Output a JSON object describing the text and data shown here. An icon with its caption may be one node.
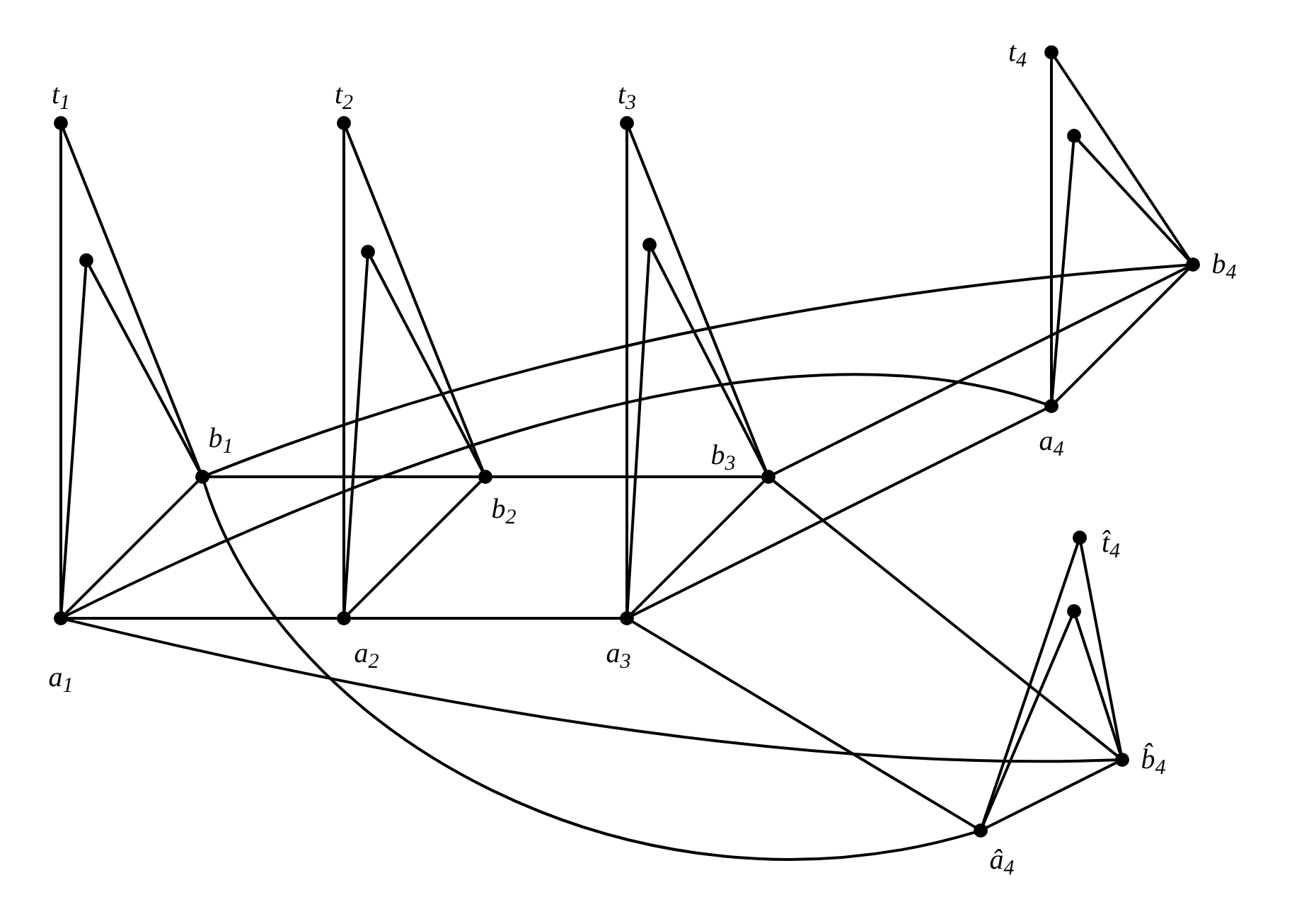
{
  "diagram": {
    "nodes": [
      {
        "text": [],
        "shape": "circle",
        "beside": [
          "t$_{1}$"
        ]
      },
      {
        "text": [],
        "shape": "circle"
      },
      {
        "text": [],
        "shape": "circle",
        "beside": [
          "b$_{1}$"
        ]
      },
      {
        "text": [],
        "shape": "circle",
        "beside": [
          "a$_{1}$"
        ]
      },
      {
        "text": [],
        "shape": "circle",
        "beside": [
          "t$_{2}$"
        ]
      },
      {
        "text": [],
        "shape": "circle"
      },
      {
        "text": [],
        "shape": "circle",
        "beside": [
          "b$_{2}$"
        ]
      },
      {
        "text": [],
        "shape": "circle",
        "beside": [
          "a$_{2}$"
        ]
      },
      {
        "text": [],
        "shape": "circle",
        "beside": [
          "t$_{3}$"
        ]
      },
      {
        "text": [],
        "shape": "circle"
      },
      {
        "text": [],
        "shape": "circle",
        "beside": [
          "b$_{3}$"
        ]
      },
      {
        "text": [],
        "shape": "circle",
        "beside": [
          "a$_{3}$"
        ]
      },
      {
        "text": [],
        "shape": "circle",
        "beside": [
          "t$_{4}$"
        ]
      },
      {
        "text": [],
        "shape": "circle"
      },
      {
        "text": [],
        "shape": "circle",
        "beside": [
          "b$_{4}$"
        ]
      },
      {
        "text": [],
        "shape": "circle",
        "beside": [
          "a$_{4}$"
        ]
      },
      {
        "text": [],
        "shape": "circle",
        "beside": [
          "t̂$_{4}$"
        ]
      },
      {
        "text": [],
        "shape": "circle"
      },
      {
        "text": [],
        "shape": "circle",
        "beside": [
          "b̂$_{4}$"
        ]
      },
      {
        "text": [],
        "shape": "circle",
        "beside": [
          "â$_{4}$"
        ]
      }
    ],
    "edges": [
      {
        "from": 0,
        "to": 3,
        "arrow": "none"
      },
      {
        "from": 1,
        "to": 3,
        "arrow": "none"
      },
      {
        "from": 1,
        "to": 2,
        "arrow": "none"
      },
      {
        "from": 0,
        "to": 2,
        "arrow": "none"
      },
      {
        "from": 3,
        "to": 2,
        "arrow": "none"
      },
      {
        "from": 2,
        "to": 6,
        "arrow": "none"
      },
      {
        "from": 3,
        "to": 7,
        "arrow": "none"
      },
      {
        "from": 2,
        "to": 14,
        "arrow": "none"
      },
      {
        "from": 3,
        "to": 15,
        "arrow": "none"
      },
      {
        "from": 3,
        "to": 18,
        "arrow": "none"
      },
      {
        "from": 2,
        "to": 19,
        "arrow": "none"
      },
      {
        "from": 4,
        "to": 7,
        "arrow": "none"
      },
      {
        "from": 5,
        "to": 7,
        "arrow": "none"
      },
      {
        "from": 5,
        "to": 6,
        "arrow": "none"
      },
      {
        "from": 4,
        "to": 6,
        "arrow": "none"
      },
      {
        "from": 7,
        "to": 6,
        "arrow": "none"
      },
      {
        "from": 7,
        "to": 11,
        "arrow": "none"
      },
      {
        "from": 6,
        "to": 10,
        "arrow": "none"
      },
      {
        "from": 8,
        "to": 11,
        "arrow": "none"
      },
      {
        "from": 9,
        "to": 11,
        "arrow": "none"
      },
      {
        "from": 9,
        "to": 10,
        "arrow": "none"
      },
      {
        "from": 8,
        "to": 10,
        "arrow": "none"
      },
      {
        "from": 11,
        "to": 10,
        "arrow": "none"
      },
      {
        "from": 10,
        "to": 14,
        "arrow": "none"
      },
      {
        "from": 11,
        "to": 15,
        "arrow": "none"
      },
      {
        "from": 11,
        "to": 19,
        "arrow": "none"
      },
      {
        "from": 10,
        "to": 18,
        "arrow": "none"
      },
      {
        "from": 12,
        "to": 15,
        "arrow": "none"
      },
      {
        "from": 13,
        "to": 15,
        "arrow": "none"
      },
      {
        "from": 13,
        "to": 14,
        "arrow": "none"
      },
      {
        "from": 12,
        "to": 14,
        "arrow": "none"
      },
      {
        "from": 15,
        "to": 14,
        "arrow": "none"
      },
      {
        "from": 16,
        "to": 19,
        "arrow": "none"
      },
      {
        "from": 17,
        "to": 19,
        "arrow": "none"
      },
      {
        "from": 17,
        "to": 18,
        "arrow": "none"
      },
      {
        "from": 16,
        "to": 18,
        "arrow": "none"
      },
      {
        "from": 19,
        "to": 18,
        "arrow": "none"
      }
    ]
  }
}
